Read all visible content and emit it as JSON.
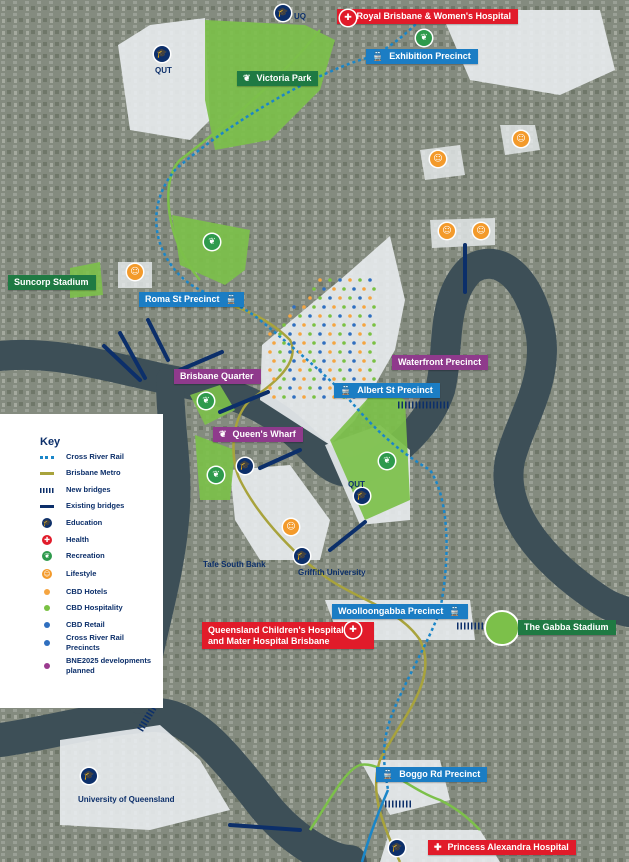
{
  "labels": {
    "uq_top": "UQ",
    "royal_brisbane": "Royal Brisbane & Women's Hospital",
    "exhibition": "Exhibition Precinct",
    "qut_north": "QUT",
    "victoria_park": "Victoria Park",
    "suncorp": "Suncorp Stadium",
    "roma_st": "Roma St Precinct",
    "waterfront": "Waterfront Precinct",
    "brisbane_quarter": "Brisbane Quarter",
    "albert_st": "Albert St Precinct",
    "queens_wharf": "Queen's Wharf",
    "qut_south": "QUT",
    "tafe": "Tafe South Bank",
    "griffith": "Griffith University",
    "woolloongabba": "Woolloongabba Precinct",
    "gabba": "The Gabba Stadium",
    "qch_line1": "Queensland Children's Hospital",
    "qch_line2": "and Mater Hospital Brisbane",
    "uq_south": "University of Queensland",
    "boggo": "Boggo Rd Precinct",
    "princess": "Princess Alexandra Hospital"
  },
  "key": {
    "title": "Key",
    "items": [
      {
        "label": "Cross River Rail",
        "symbol": "dotted-line",
        "color": "#1b86c8"
      },
      {
        "label": "Brisbane Metro",
        "symbol": "solid-line",
        "color": "#a8a33c"
      },
      {
        "label": "New bridges",
        "symbol": "hatched-line",
        "color": "#0c2f6a"
      },
      {
        "label": "Existing bridges",
        "symbol": "solid-line",
        "color": "#0c2f6a"
      },
      {
        "label": "Education",
        "symbol": "mortarboard-icon",
        "color": "#0c2f6a"
      },
      {
        "label": "Health",
        "symbol": "cross-icon",
        "color": "#e11b2a"
      },
      {
        "label": "Recreation",
        "symbol": "leaf-icon",
        "color": "#2e9a4c"
      },
      {
        "label": "Lifestyle",
        "symbol": "person-icon",
        "color": "#f39a2b"
      },
      {
        "label": "CBD Hotels",
        "symbol": "dot",
        "color": "#f5a541"
      },
      {
        "label": "CBD Hospitality",
        "symbol": "dot",
        "color": "#7ac143"
      },
      {
        "label": "CBD Retail",
        "symbol": "dot",
        "color": "#2f6fbf"
      },
      {
        "label": "Cross River Rail",
        "label2": "Precincts",
        "symbol": "dot",
        "color": "#2f6fbf"
      },
      {
        "label": "BNE2025 developments",
        "label2": "planned",
        "symbol": "dot",
        "color": "#9b3b8f"
      }
    ]
  },
  "colors": {
    "blue_callout": "#1b7dc4",
    "green_callout": "#1f7a43",
    "red_callout": "#e11b2a",
    "purple_callout": "#8f3a8c",
    "park": "#7cc04a",
    "river": "#3a4d56"
  }
}
